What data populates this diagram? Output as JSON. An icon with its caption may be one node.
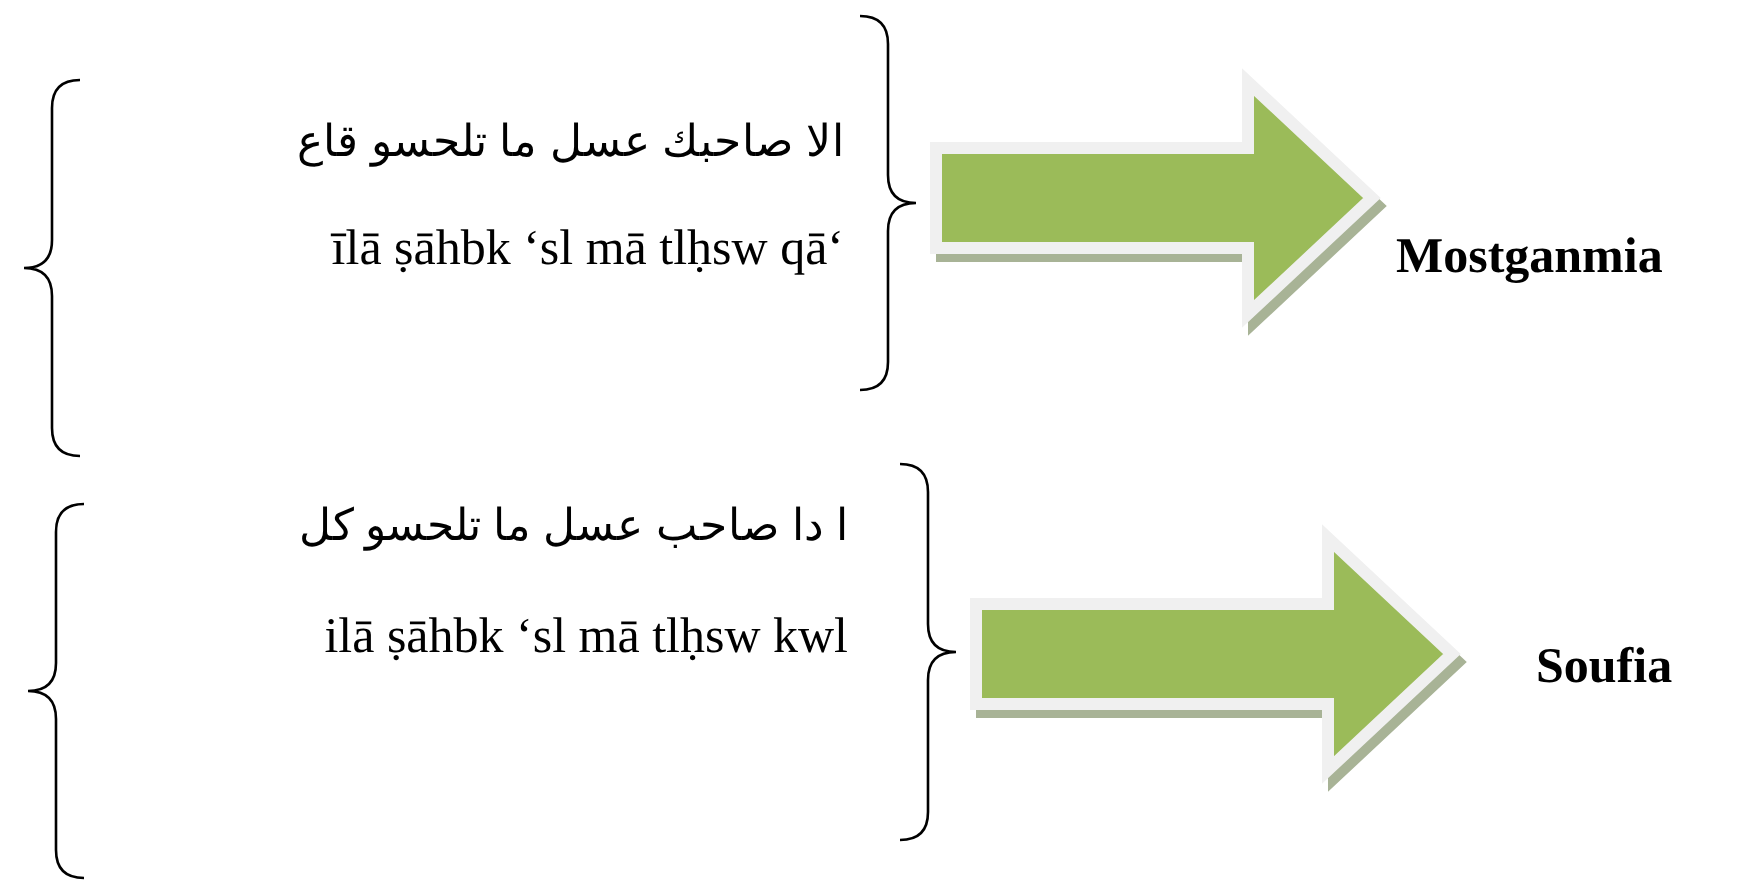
{
  "diagram": {
    "nodes": [
      {
        "text": [
          "الا صاحبك عسل ما تلحسو قاع",
          "īlā ṣāhbk ‘sl mā tlḥsw qā‘"
        ]
      },
      {
        "text": [
          "Mostganmia"
        ]
      },
      {
        "text": [
          "ا دا صاحب عسل ما تلحسو كل",
          "ilā ṣāhbk ‘sl mā tlḥsw kwl"
        ]
      },
      {
        "text": [
          "Soufia"
        ]
      }
    ],
    "edges": [
      {
        "from": 0,
        "to": 1,
        "arrow": "to",
        "style": "thick"
      },
      {
        "from": 2,
        "to": 3,
        "arrow": "to",
        "style": "thick"
      }
    ]
  }
}
